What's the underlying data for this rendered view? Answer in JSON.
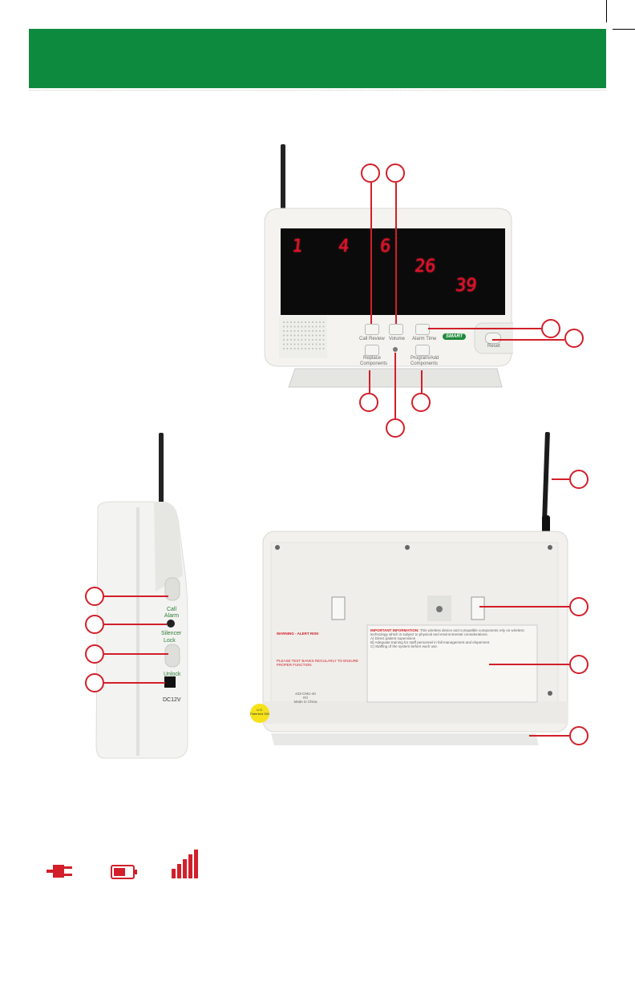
{
  "header": {
    "color": "#0e8a3e"
  },
  "front_panel": {
    "display_digits": [
      {
        "text": "1"
      },
      {
        "text": "4"
      },
      {
        "text": "6"
      },
      {
        "text": "26"
      },
      {
        "text": "39"
      }
    ],
    "buttons": {
      "call_review": "Call Review",
      "volume": "Volume",
      "alarm_time": "Alarm Time",
      "replace_components": "Replace Components",
      "program_add_components": "Program/Add Components",
      "reset": "Reset"
    },
    "logo": "SMART"
  },
  "side_panel": {
    "call_alarm": "Call Alarm",
    "silencer": "Silencer",
    "lock": "Lock",
    "unlock": "Unlock",
    "power": "DC12V"
  },
  "back_panel": {
    "warning_title": "WARNING - ALERT RISK",
    "test_notice": "PLEASE TEST BANKS REGULARLY TO ENSURE PROPER FUNCTION",
    "model_line1": "433-CMU-40",
    "model_line2": "R3",
    "model_line3": "Made in China",
    "patent_sticker": "U.S. Patented S/N",
    "info_heading": "IMPORTANT INFORMATION:",
    "info_intro": "This wireless device and compatible components rely on wireless technology which is subject to physical and environmental considerations.",
    "info_list_1": "A) Direct patient supervision",
    "info_list_2": "B) Adequate training for staff personnel in fall management and elopement",
    "info_list_3": "C) Staffing of the system before each use."
  },
  "status_icons": [
    {
      "name": "plug-icon",
      "color": "#d21f2a"
    },
    {
      "name": "low-battery-icon",
      "color": "#d21f2a"
    },
    {
      "name": "signal-strength-icon",
      "color": "#d21f2a"
    }
  ],
  "accent_color": "#d21f2a"
}
